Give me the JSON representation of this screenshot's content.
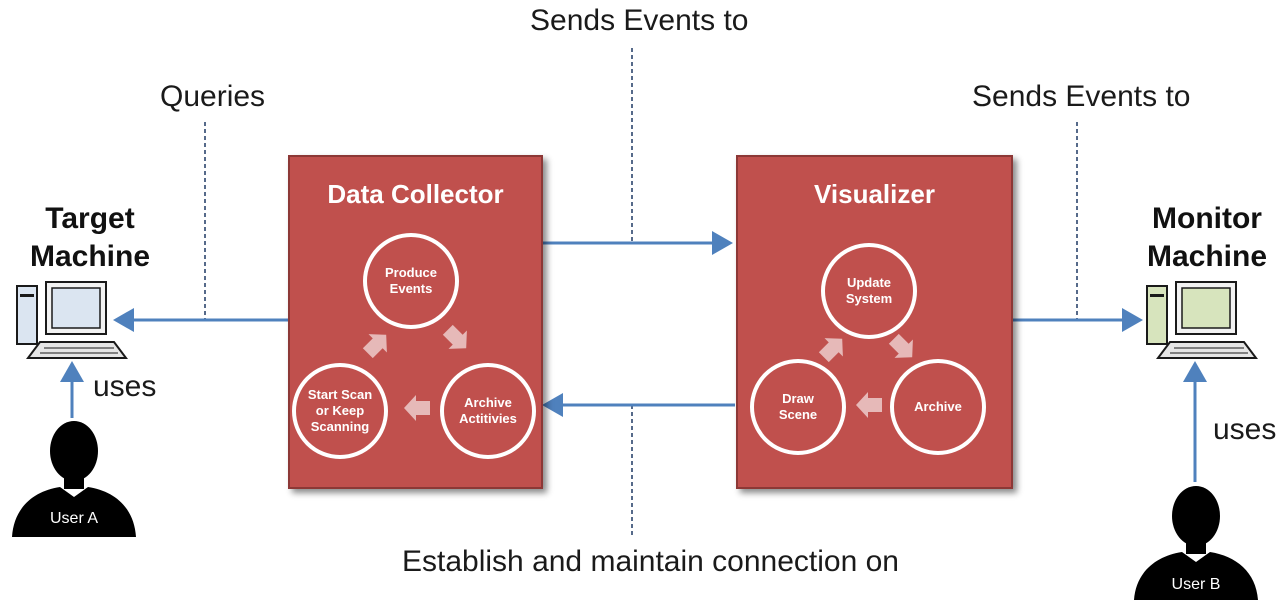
{
  "edge_labels": {
    "queries": "Queries",
    "sends_events_top": "Sends Events to",
    "sends_events_right": "Sends Events to",
    "establish": "Establish and maintain connection on",
    "uses_left": "uses",
    "uses_right": "uses"
  },
  "target_machine": {
    "title_line1": "Target",
    "title_line2": "Machine"
  },
  "monitor_machine": {
    "title_line1": "Monitor",
    "title_line2": "Machine"
  },
  "data_collector": {
    "title": "Data Collector",
    "steps": [
      "Produce Events",
      "Archive Actitivies",
      "Start Scan or Keep Scanning"
    ]
  },
  "visualizer": {
    "title": "Visualizer",
    "steps": [
      "Update System",
      "Archive",
      "Draw Scene"
    ]
  },
  "users": {
    "user_a": "User A",
    "user_b": "User B"
  },
  "colors": {
    "panel": "#c0504d",
    "connector": "#4f81bd",
    "target_screen": "#dbe5f1",
    "monitor_screen": "#d7e4bd"
  },
  "icons": {
    "target_computer": "computer-icon",
    "monitor_computer": "computer-icon",
    "user": "person-silhouette-icon"
  }
}
